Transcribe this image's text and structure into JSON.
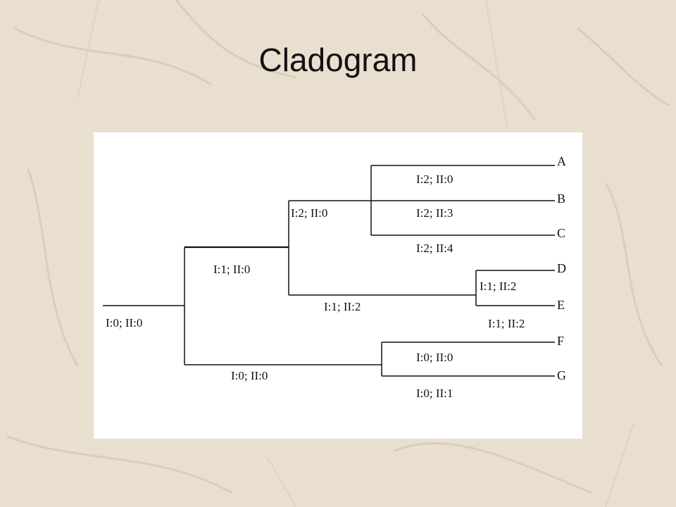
{
  "slide": {
    "title": "Cladogram"
  },
  "cladogram": {
    "taxa": [
      "A",
      "B",
      "C",
      "D",
      "E",
      "F",
      "G"
    ],
    "branch_labels": {
      "root": "I:0; II:0",
      "upper_clade": "I:1; II:0",
      "abc_clade": "I:2; II:0",
      "de_stem": "I:1; II:2",
      "lower_clade": "I:0; II:0",
      "taxon_a": "I:2; II:0",
      "taxon_b": "I:2; II:3",
      "taxon_c": "I:2; II:4",
      "taxon_d": "I:1; II:2",
      "taxon_e": "I:1; II:2",
      "taxon_f": "I:0; II:0",
      "taxon_g": "I:0; II:1"
    }
  }
}
